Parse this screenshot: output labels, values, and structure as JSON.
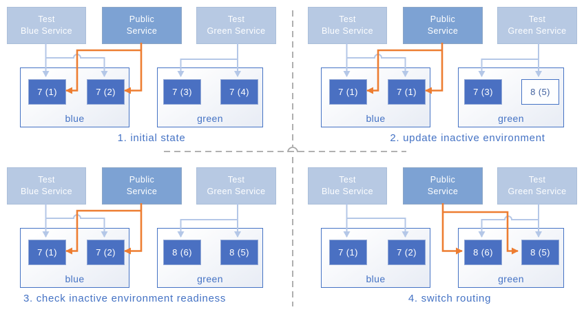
{
  "colors": {
    "accent_blue": "#4472C4",
    "light_blue": "#B4C7E7",
    "light_box": "#B7C9E3",
    "public_box": "#7DA2D3",
    "pod_blue": "#4A70C2",
    "orange": "#ED7D31",
    "dash_gray": "#A6A6A6"
  },
  "panels": [
    {
      "caption": "1. initial state",
      "services": {
        "test_blue": {
          "line1": "Test",
          "line2": "Blue Service"
        },
        "public": {
          "line1": "Public",
          "line2": "Service"
        },
        "test_green": {
          "line1": "Test",
          "line2": "Green Service"
        }
      },
      "environments": {
        "blue": {
          "label": "blue",
          "pods": [
            {
              "label": "7 (1)",
              "outlined": false
            },
            {
              "label": "7 (2)",
              "outlined": false
            }
          ]
        },
        "green": {
          "label": "green",
          "pods": [
            {
              "label": "7 (3)",
              "outlined": false
            },
            {
              "label": "7 (4)",
              "outlined": false
            }
          ]
        }
      },
      "public_routes_to": "blue"
    },
    {
      "caption": "2. update inactive environment",
      "services": {
        "test_blue": {
          "line1": "Test",
          "line2": "Blue Service"
        },
        "public": {
          "line1": "Public",
          "line2": "Service"
        },
        "test_green": {
          "line1": "Test",
          "line2": "Green Service"
        }
      },
      "environments": {
        "blue": {
          "label": "blue",
          "pods": [
            {
              "label": "7 (1)",
              "outlined": false
            },
            {
              "label": "7 (1)",
              "outlined": false
            }
          ]
        },
        "green": {
          "label": "green",
          "pods": [
            {
              "label": "7 (3)",
              "outlined": false
            },
            {
              "label": "8 (5)",
              "outlined": true
            }
          ]
        }
      },
      "public_routes_to": "blue"
    },
    {
      "caption": "3. check inactive environment readiness",
      "services": {
        "test_blue": {
          "line1": "Test",
          "line2": "Blue Service"
        },
        "public": {
          "line1": "Public",
          "line2": "Service"
        },
        "test_green": {
          "line1": "Test",
          "line2": "Green Service"
        }
      },
      "environments": {
        "blue": {
          "label": "blue",
          "pods": [
            {
              "label": "7 (1)",
              "outlined": false
            },
            {
              "label": "7 (2)",
              "outlined": false
            }
          ]
        },
        "green": {
          "label": "green",
          "pods": [
            {
              "label": "8 (6)",
              "outlined": false
            },
            {
              "label": "8 (5)",
              "outlined": false
            }
          ]
        }
      },
      "public_routes_to": "blue"
    },
    {
      "caption": "4. switch routing",
      "services": {
        "test_blue": {
          "line1": "Test",
          "line2": "Blue Service"
        },
        "public": {
          "line1": "Public",
          "line2": "Service"
        },
        "test_green": {
          "line1": "Test",
          "line2": "Green Service"
        }
      },
      "environments": {
        "blue": {
          "label": "blue",
          "pods": [
            {
              "label": "7 (1)",
              "outlined": false
            },
            {
              "label": "7 (2)",
              "outlined": false
            }
          ]
        },
        "green": {
          "label": "green",
          "pods": [
            {
              "label": "8 (6)",
              "outlined": false
            },
            {
              "label": "8 (5)",
              "outlined": false
            }
          ]
        }
      },
      "public_routes_to": "green"
    }
  ]
}
